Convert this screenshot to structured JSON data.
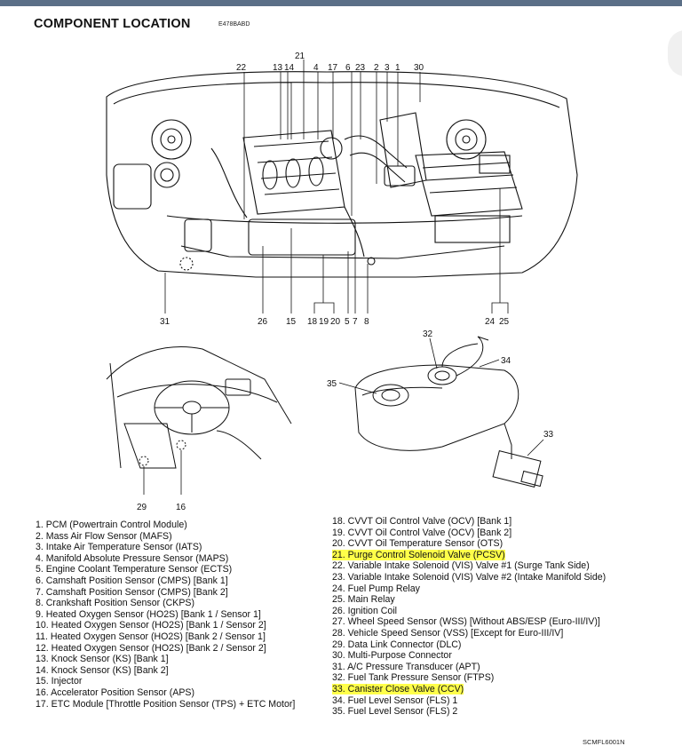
{
  "header": {
    "title": "COMPONENT LOCATION",
    "doc_code": "E478BABD"
  },
  "figure_code": "SCMFL6001N",
  "engine_callouts": {
    "top": [
      "22",
      "13",
      "14",
      "21",
      "4",
      "17",
      "6",
      "23",
      "2",
      "3",
      "1",
      "30"
    ],
    "bottom": [
      "31",
      "26",
      "15",
      "18",
      "19",
      "20",
      "5",
      "7",
      "8",
      "24",
      "25"
    ]
  },
  "dash_callouts": [
    "29",
    "16"
  ],
  "tank_callouts": [
    "32",
    "34",
    "35",
    "33"
  ],
  "legend_left": [
    {
      "text": "1. PCM (Powertrain Control Module)",
      "highlight": false
    },
    {
      "text": "2. Mass Air Flow Sensor (MAFS)",
      "highlight": false
    },
    {
      "text": "3. Intake Air Temperature Sensor (IATS)",
      "highlight": false
    },
    {
      "text": "4. Manifold Absolute Pressure Sensor (MAPS)",
      "highlight": false
    },
    {
      "text": "5. Engine Coolant Temperature Sensor (ECTS)",
      "highlight": false
    },
    {
      "text": "6. Camshaft Position Sensor (CMPS) [Bank 1]",
      "highlight": false
    },
    {
      "text": "7. Camshaft Position Sensor (CMPS) [Bank 2]",
      "highlight": false
    },
    {
      "text": "8. Crankshaft Position Sensor (CKPS)",
      "highlight": false
    },
    {
      "text": "9. Heated Oxygen Sensor (HO2S) [Bank 1 / Sensor 1]",
      "highlight": false
    },
    {
      "text": "10. Heated Oxygen Sensor (HO2S) [Bank 1 / Sensor 2]",
      "highlight": false
    },
    {
      "text": "11. Heated Oxygen Sensor (HO2S) [Bank 2 / Sensor 1]",
      "highlight": false
    },
    {
      "text": "12. Heated Oxygen Sensor (HO2S) [Bank 2 / Sensor 2]",
      "highlight": false
    },
    {
      "text": "13. Knock Sensor (KS) [Bank 1]",
      "highlight": false
    },
    {
      "text": "14. Knock Sensor (KS) [Bank 2]",
      "highlight": false
    },
    {
      "text": "15. Injector",
      "highlight": false
    },
    {
      "text": "16. Accelerator Position Sensor (APS)",
      "highlight": false
    },
    {
      "text": "17. ETC Module [Throttle Position Sensor (TPS) + ETC Motor]",
      "highlight": false
    }
  ],
  "legend_right": [
    {
      "text": "18. CVVT Oil Control Valve (OCV) [Bank 1]",
      "highlight": false
    },
    {
      "text": "19. CVVT Oil Control Valve (OCV) [Bank 2]",
      "highlight": false
    },
    {
      "text": "20. CVVT Oil Temperature Sensor (OTS)",
      "highlight": false
    },
    {
      "text": "21. Purge Control Solenoid Valve (PCSV)",
      "highlight": true
    },
    {
      "text": "22. Variable Intake Solenoid (VIS) Valve #1 (Surge Tank Side)",
      "highlight": false
    },
    {
      "text": "23. Variable Intake Solenoid (VIS) Valve #2 (Intake Manifold Side)",
      "highlight": false
    },
    {
      "text": "24. Fuel Pump Relay",
      "highlight": false
    },
    {
      "text": "25. Main Relay",
      "highlight": false
    },
    {
      "text": "26. Ignition Coil",
      "highlight": false
    },
    {
      "text": "27. Wheel Speed Sensor (WSS) [Without ABS/ESP (Euro-III/IV)]",
      "highlight": false
    },
    {
      "text": "28. Vehicle Speed Sensor (VSS) [Except for Euro-III/IV]",
      "highlight": false
    },
    {
      "text": "29. Data Link Connector (DLC)",
      "highlight": false
    },
    {
      "text": "30. Multi-Purpose Connector",
      "highlight": false
    },
    {
      "text": "31. A/C Pressure Transducer (APT)",
      "highlight": false
    },
    {
      "text": "32. Fuel Tank Pressure Sensor (FTPS)",
      "highlight": false
    },
    {
      "text": "33. Canister Close Valve (CCV)",
      "highlight": true
    },
    {
      "text": "34. Fuel Level Sensor (FLS) 1",
      "highlight": false
    },
    {
      "text": "35. Fuel Level Sensor (FLS) 2",
      "highlight": false
    }
  ],
  "colors": {
    "highlight": "#ffff4a",
    "window_bar": "#5b6f87"
  }
}
